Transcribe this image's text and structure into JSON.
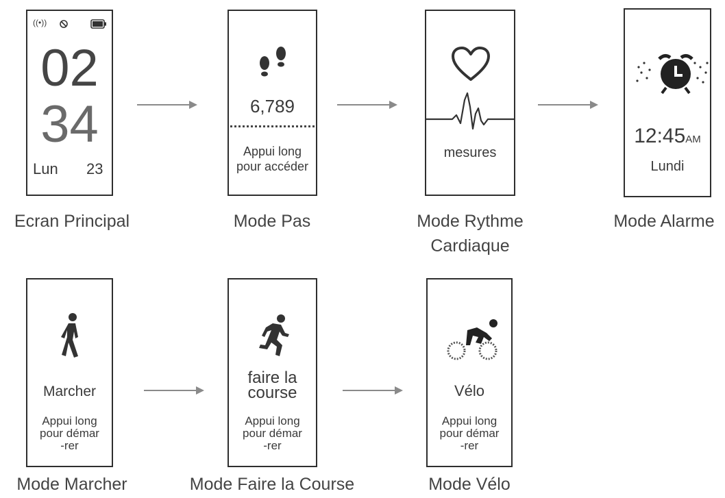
{
  "main_screen": {
    "hour": "02",
    "minute": "34",
    "day": "Lun",
    "date": "23",
    "caption": "Ecran Principal"
  },
  "step_mode": {
    "steps": "6,789",
    "hint_line1": "Appui long",
    "hint_line2": "pour accéder",
    "caption": "Mode Pas"
  },
  "heart_mode": {
    "label": "mesures",
    "caption_line1": "Mode Rythme",
    "caption_line2": "Cardiaque"
  },
  "alarm_mode": {
    "time": "12:45",
    "ampm": "AM",
    "day": "Lundi",
    "caption": "Mode Alarme"
  },
  "walk_mode": {
    "label": "Marcher",
    "hint_line1": "Appui long",
    "hint_line2": "pour démar",
    "hint_line3": "-rer",
    "caption": "Mode Marcher"
  },
  "run_mode": {
    "label_line1": "faire la",
    "label_line2": "course",
    "hint_line1": "Appui long",
    "hint_line2": "pour démar",
    "hint_line3": "-rer",
    "caption": "Mode Faire la Course"
  },
  "bike_mode": {
    "label": "Vélo",
    "hint_line1": "Appui long",
    "hint_line2": "pour démar",
    "hint_line3": "-rer",
    "caption": "Mode Vélo"
  },
  "colors": {
    "border": "#2e2e2e",
    "text": "#3a3a3a",
    "arrow": "#8a8a8a"
  }
}
